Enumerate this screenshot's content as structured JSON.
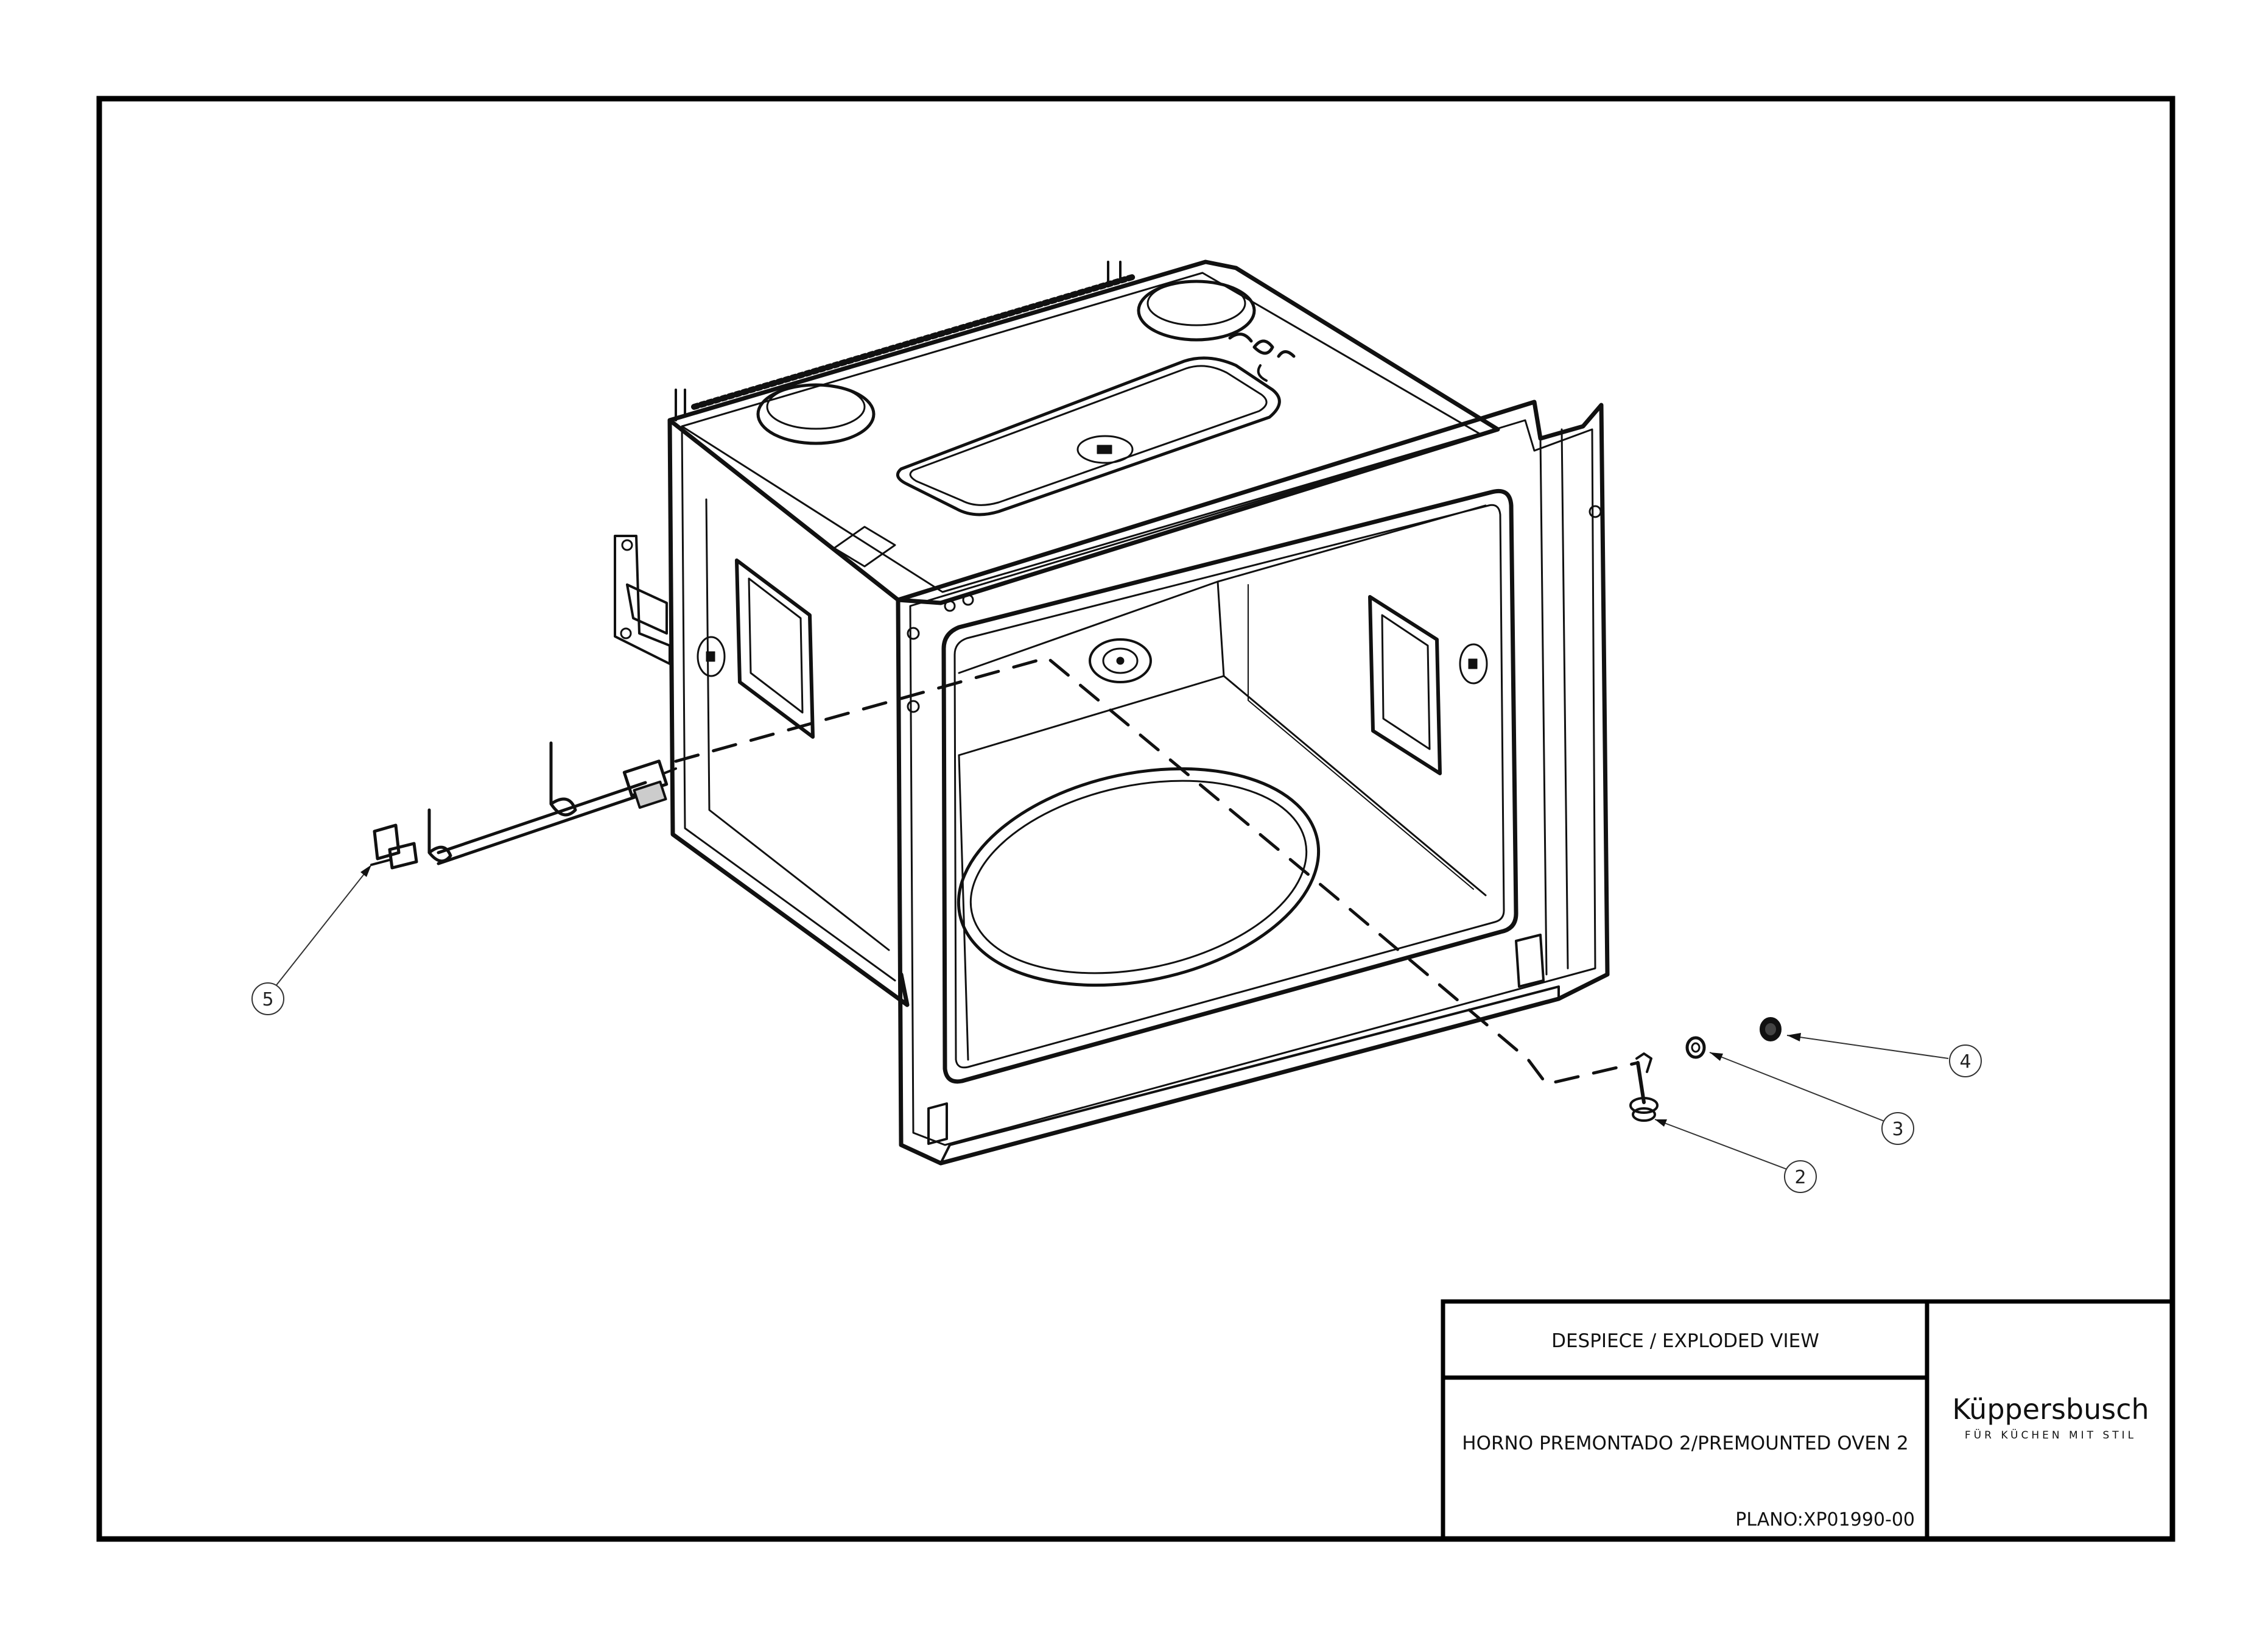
{
  "callouts": [
    {
      "id": "5",
      "label": "5"
    },
    {
      "id": "4",
      "label": "4"
    },
    {
      "id": "3",
      "label": "3"
    },
    {
      "id": "2",
      "label": "2"
    }
  ],
  "title_block": {
    "header": "DESPIECE / EXPLODED VIEW",
    "description": "HORNO PREMONTADO 2/PREMOUNTED OVEN 2",
    "plan_number": "PLANO:XP01990-00"
  },
  "brand": {
    "name": "Küppersbusch",
    "tagline": "FÜR KÜCHEN MIT STIL"
  },
  "colors": {
    "line": "#111111",
    "frame": "#000000",
    "background": "#ffffff"
  }
}
